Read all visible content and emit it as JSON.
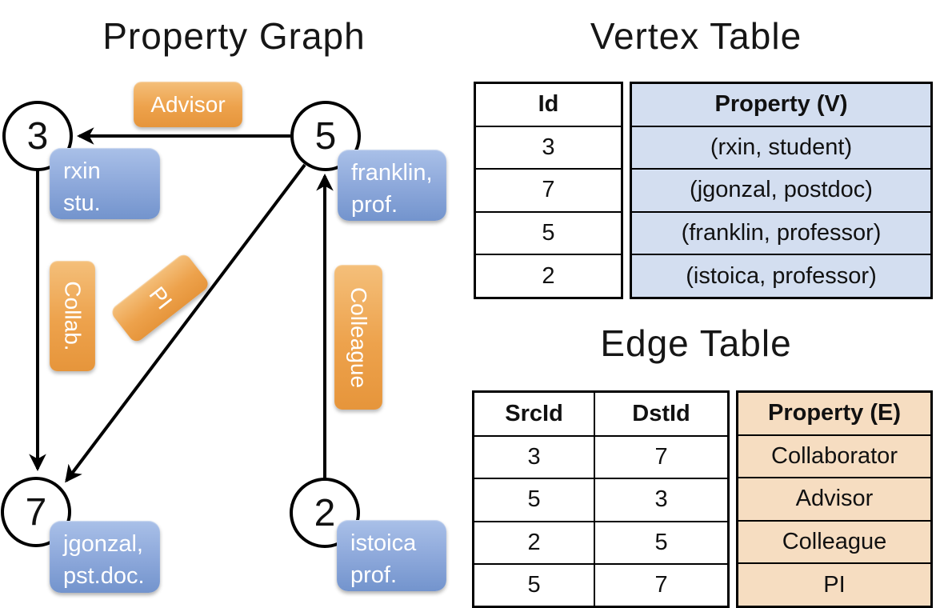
{
  "graph": {
    "title": "Property Graph",
    "nodes": [
      {
        "id": "3",
        "label_line1": "rxin",
        "label_line2": "stu."
      },
      {
        "id": "5",
        "label_line1": "franklin,",
        "label_line2": "prof."
      },
      {
        "id": "7",
        "label_line1": "jgonzal,",
        "label_line2": "pst.doc."
      },
      {
        "id": "2",
        "label_line1": "istoica",
        "label_line2": "prof."
      }
    ],
    "edge_labels": {
      "advisor": "Advisor",
      "collab": "Collab.",
      "pi": "PI",
      "colleague": "Colleague"
    }
  },
  "vertex_table": {
    "title": "Vertex Table",
    "col_id": "Id",
    "col_property": "Property (V)",
    "rows": [
      [
        "3",
        "(rxin, student)"
      ],
      [
        "7",
        "(jgonzal, postdoc)"
      ],
      [
        "5",
        "(franklin, professor)"
      ],
      [
        "2",
        "(istoica, professor)"
      ]
    ]
  },
  "edge_table": {
    "title": "Edge Table",
    "col_src": "SrcId",
    "col_dst": "DstId",
    "col_property": "Property (E)",
    "rows": [
      [
        "3",
        "7",
        "Collaborator"
      ],
      [
        "5",
        "3",
        "Advisor"
      ],
      [
        "2",
        "5",
        "Colleague"
      ],
      [
        "5",
        "7",
        "PI"
      ]
    ]
  },
  "colors": {
    "edge_label_orange": "#eda24c",
    "vertex_label_blue": "#84a1d5",
    "vertex_property_bg": "#d3def0",
    "edge_property_bg": "#f6ddc1",
    "line_black": "#000000"
  }
}
